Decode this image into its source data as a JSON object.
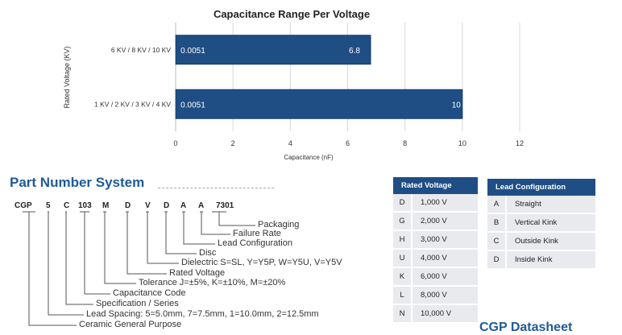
{
  "chart_data": {
    "type": "bar",
    "orientation": "horizontal",
    "title": "Capacitance Range Per Voltage",
    "xlabel": "Capacitance (nF)",
    "ylabel": "Rated Voltage (KV)",
    "xlim": [
      0,
      12
    ],
    "xticks": [
      "0",
      "2",
      "4",
      "6",
      "8",
      "10",
      "12"
    ],
    "grid": true,
    "categories": [
      "6 KV / 8 KV / 10 KV",
      "1 KV / 2 KV / 3 KV / 4 KV"
    ],
    "series": [
      {
        "min": [
          0.0051,
          0.0051
        ],
        "max": [
          6.8,
          10
        ],
        "min_labels": [
          "0.0051",
          "0.0051"
        ],
        "max_labels": [
          "6.8",
          "10"
        ]
      }
    ],
    "colors": {
      "bar": "#1f4e85",
      "bar_outline": "#163b66"
    }
  },
  "part_number": {
    "title": "Part Number System",
    "codes": [
      "CGP",
      "5",
      "C",
      "103",
      "M",
      "D",
      "V",
      "D",
      "A",
      "A",
      "7301"
    ],
    "labels": [
      "Packaging",
      "Failure Rate",
      "Lead Configuration",
      "Disc",
      "Dielectric S=SL, Y=Y5P, W=Y5U, V=Y5V",
      "Rated Voltage",
      "Tolerance J=±5%, K=±10%, M=±20%",
      "Capacitance Code",
      "Specification / Series",
      "Lead Spacing: 5=5.0mm, 7=7.5mm, 1=10.0mm, 2=12.5mm",
      "Ceramic General Purpose"
    ]
  },
  "rated_voltage_table": {
    "header": "Rated Voltage",
    "rows": [
      {
        "code": "D",
        "value": "1,000 V"
      },
      {
        "code": "G",
        "value": "2,000 V"
      },
      {
        "code": "H",
        "value": "3,000 V"
      },
      {
        "code": "U",
        "value": "4,000 V"
      },
      {
        "code": "K",
        "value": "6,000 V"
      },
      {
        "code": "L",
        "value": "8,000 V"
      },
      {
        "code": "N",
        "value": "10,000 V"
      }
    ]
  },
  "lead_config_table": {
    "header": "Lead Configuration",
    "rows": [
      {
        "code": "A",
        "value": "Straight"
      },
      {
        "code": "B",
        "value": "Vertical Kink"
      },
      {
        "code": "C",
        "value": "Outside Kink"
      },
      {
        "code": "D",
        "value": "Inside Kink"
      }
    ]
  },
  "footer": {
    "datasheet_title": "CGP Datasheet"
  }
}
